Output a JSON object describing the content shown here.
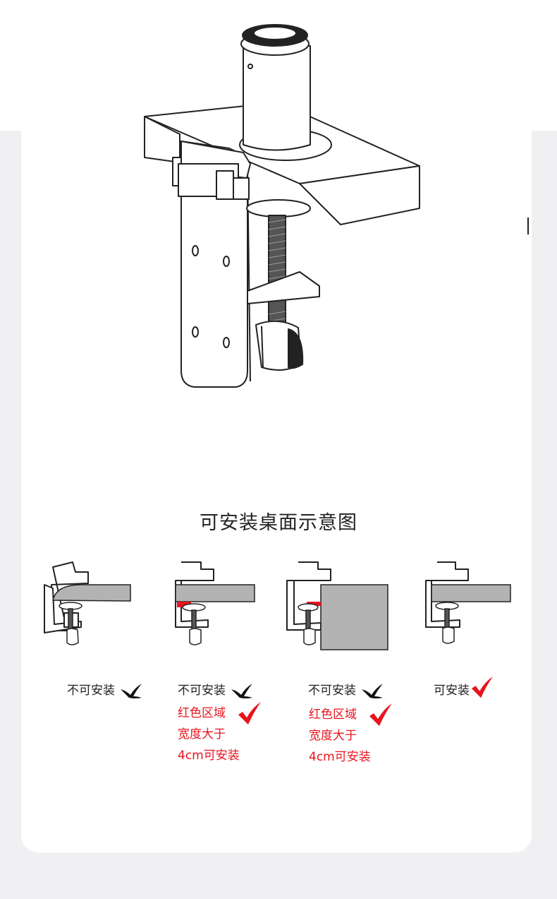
{
  "title": "可安装桌面示意图",
  "colors": {
    "red": "#e8141e",
    "gray": "#b3b3b3",
    "line": "#222222"
  },
  "options": [
    {
      "status": "不可安装",
      "status_icon": "cross-icon",
      "note": []
    },
    {
      "status": "不可安装",
      "status_icon": "cross-icon",
      "note": [
        "红色区域",
        "宽度大于",
        "4cm可安装"
      ],
      "note_icon": "check-icon"
    },
    {
      "status": "不可安装",
      "status_icon": "cross-icon",
      "note": [
        "红色区域",
        "宽度大于",
        "4cm可安装"
      ],
      "note_icon": "check-icon"
    },
    {
      "status": "可安装",
      "status_icon": "check-icon",
      "note": []
    }
  ]
}
